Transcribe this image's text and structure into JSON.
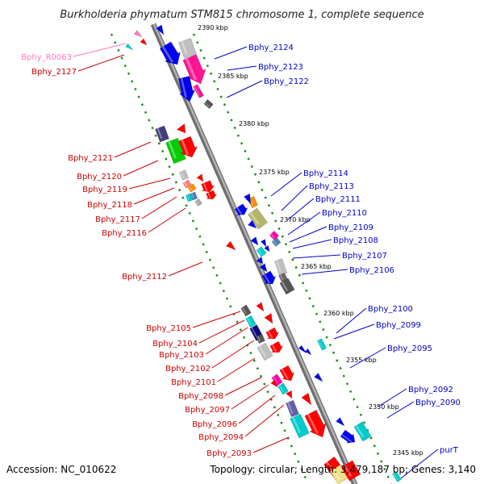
{
  "title": "Burkholderia phymatum STM815 chromosome 1, complete sequence",
  "footer": {
    "accession": "Accession: NC_010622",
    "topology": "Topology: circular; Length: 3,479,187 bp; Genes: 3,140"
  },
  "colors": {
    "backbone": "#8c8c8c",
    "forward_label": "#0000cc",
    "reverse_label": "#cc0000",
    "rna_label": "#ff77bb",
    "tick_dots": "#228b22"
  },
  "kbp_ticks": [
    "2390 kbp",
    "2385 kbp",
    "2380 kbp",
    "2375 kbp",
    "2370 kbp",
    "2365 kbp",
    "2360 kbp",
    "2355 kbp",
    "2350 kbp",
    "2345 kbp"
  ],
  "labels": {
    "right": [
      "Bphy_2124",
      "Bphy_2123",
      "Bphy_2122",
      "Bphy_2114",
      "Bphy_2113",
      "Bphy_2111",
      "Bphy_2110",
      "Bphy_2109",
      "Bphy_2108",
      "Bphy_2107",
      "Bphy_2106",
      "Bphy_2100",
      "Bphy_2099",
      "Bphy_2095",
      "Bphy_2092",
      "Bphy_2090",
      "purT"
    ],
    "left": [
      "Bphy_2127",
      "Bphy_2121",
      "Bphy_2120",
      "Bphy_2119",
      "Bphy_2118",
      "Bphy_2117",
      "Bphy_2116",
      "Bphy_2112",
      "Bphy_2105",
      "Bphy_2104",
      "Bphy_2103",
      "Bphy_2102",
      "Bphy_2101",
      "Bphy_2098",
      "Bphy_2097",
      "Bphy_2096",
      "Bphy_2094",
      "Bphy_2093"
    ],
    "rna": [
      "Bphy_R0063"
    ]
  }
}
